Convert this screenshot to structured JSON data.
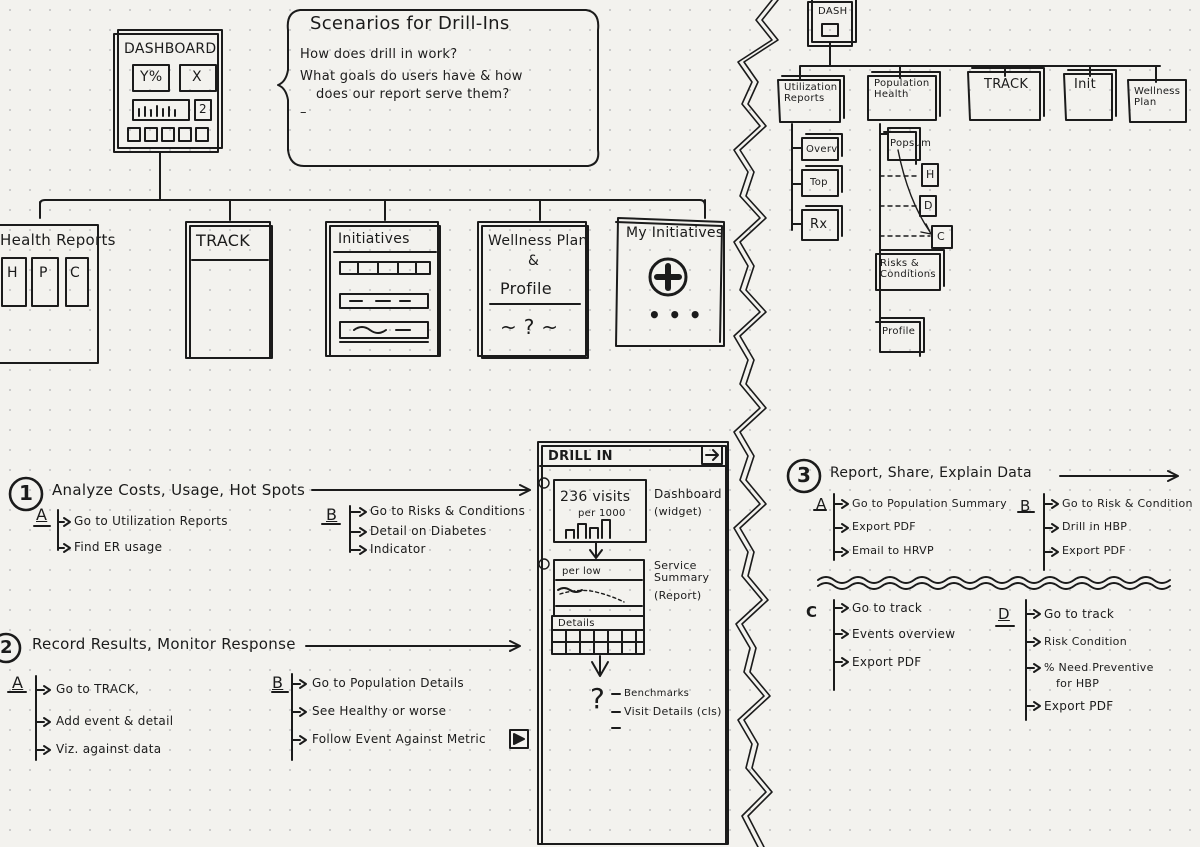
{
  "scenarios_box": {
    "title": "Scenarios for Drill-Ins",
    "items": [
      "How does drill in work?",
      "What goals do users have & how",
      "does our report serve them?"
    ]
  },
  "dashboard": {
    "title": "DASHBOARD",
    "y_label": "Y%",
    "x_label": "X",
    "num": "2"
  },
  "pages": [
    {
      "title": "Health Reports",
      "tabs": [
        "H",
        "P",
        "C"
      ]
    },
    {
      "title": "TRACK"
    },
    {
      "title": "Initiatives"
    },
    {
      "title": "Wellness Plan",
      "amp": "&",
      "sub": "Profile",
      "q": "~ ? ~"
    },
    {
      "title": "My Initiatives",
      "dots": "• • •"
    }
  ],
  "sitemap": {
    "root": "DASH",
    "branches": [
      "Utilization Reports",
      "Population Health",
      "TRACK",
      "Init",
      "Wellness Plan"
    ],
    "util_children": [
      "Overv",
      "Top",
      "Rx"
    ],
    "pop_children": [
      "Popsum",
      "H",
      "D",
      "C",
      "Risks & Conditions",
      "Profile"
    ]
  },
  "scenario1": {
    "num": "1",
    "title": "Analyze Costs, Usage, Hot Spots",
    "a_label": "A",
    "a_steps": [
      "Go to Utilization Reports",
      "Find ER usage"
    ],
    "b_label": "B",
    "b_steps": [
      "Go to Risks & Conditions",
      "Detail on Diabetes",
      "Indicator"
    ]
  },
  "scenario2": {
    "num": "2",
    "title": "Record Results, Monitor Response",
    "a_label": "A",
    "a_steps": [
      "Go to TRACK,",
      "Add event & detail",
      "Viz. against data"
    ],
    "b_label": "B",
    "b_steps": [
      "Go to Population Details",
      "See Healthy or worse",
      "Follow Event Against Metric"
    ]
  },
  "drill_panel": {
    "title": "DRILL IN",
    "metric": "236 visits",
    "metric_sub": "per 1000",
    "dash_label": "Dashboard",
    "dash_sub": "(widget)",
    "service_label": "Service Summary",
    "service_sub": "(Report)",
    "chart_label": "per low",
    "details_label": "Details",
    "q": "?",
    "next_items": [
      "Benchmarks",
      "Visit Details (cls)"
    ]
  },
  "scenario3": {
    "num": "3",
    "title": "Report, Share, Explain Data",
    "a_label": "A",
    "a_steps": [
      "Go to Population Summary",
      "Export PDF",
      "Email to HRVP"
    ],
    "b_label": "B",
    "b_steps": [
      "Go to Risk & Condition",
      "Drill in HBP",
      "Export PDF"
    ],
    "c_label": "C",
    "c_steps": [
      "Go to track",
      "Events overview",
      "Export PDF"
    ],
    "d_label": "D",
    "d_steps": [
      "Go to track",
      "Risk Condition",
      "% Need Preventive",
      "for HBP",
      "Export PDF"
    ]
  }
}
